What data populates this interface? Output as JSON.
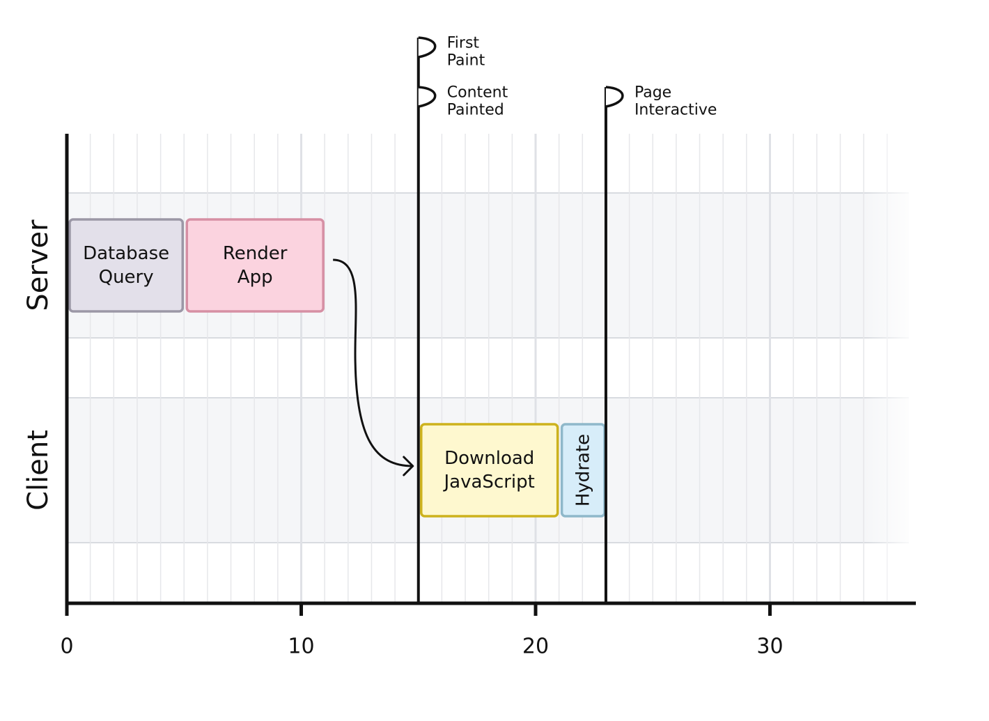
{
  "chart_data": {
    "type": "timeline",
    "x_axis": {
      "range": [
        0,
        36
      ],
      "major_ticks": [
        0,
        10,
        20,
        30
      ],
      "tick_labels": [
        "0",
        "10",
        "20",
        "30"
      ],
      "minor_step": 1
    },
    "lanes": [
      {
        "id": "server",
        "label": "Server"
      },
      {
        "id": "client",
        "label": "Client"
      }
    ],
    "tasks": [
      {
        "id": "database-query",
        "lane": "server",
        "start": 0,
        "end": 5,
        "lines": [
          "Database",
          "Query"
        ],
        "fill": "#e3e0ea",
        "stroke": "#9b97a6",
        "vertical_text": false
      },
      {
        "id": "render-app",
        "lane": "server",
        "start": 5,
        "end": 11,
        "lines": [
          "Render",
          "App"
        ],
        "fill": "#fbd3df",
        "stroke": "#d68fa4",
        "vertical_text": false
      },
      {
        "id": "download-javascript",
        "lane": "client",
        "start": 15,
        "end": 21,
        "lines": [
          "Download",
          "JavaScript"
        ],
        "fill": "#fef8cf",
        "stroke": "#cdb21d",
        "vertical_text": false
      },
      {
        "id": "hydrate",
        "lane": "client",
        "start": 21,
        "end": 23,
        "lines": [
          "Hydrate"
        ],
        "fill": "#d7edf9",
        "stroke": "#8fb8ca",
        "vertical_text": true
      }
    ],
    "markers": [
      {
        "id": "first-paint",
        "at": 15,
        "lines": [
          "First",
          "Paint"
        ],
        "tier": 0
      },
      {
        "id": "content-painted",
        "at": 15,
        "lines": [
          "Content",
          "Painted"
        ],
        "tier": 1
      },
      {
        "id": "page-interactive",
        "at": 23,
        "lines": [
          "Page",
          "Interactive"
        ],
        "tier": 1
      }
    ],
    "arrows": [
      {
        "from": "render-app",
        "to": "download-javascript"
      }
    ],
    "grid": true
  },
  "colors": {
    "axis": "#111111",
    "grid_minor": "#e6e7ea",
    "grid_major": "#dfe1e6",
    "lane_band": "#f5f6f8",
    "lane_border": "#d8dbe0",
    "text": "#111111"
  }
}
